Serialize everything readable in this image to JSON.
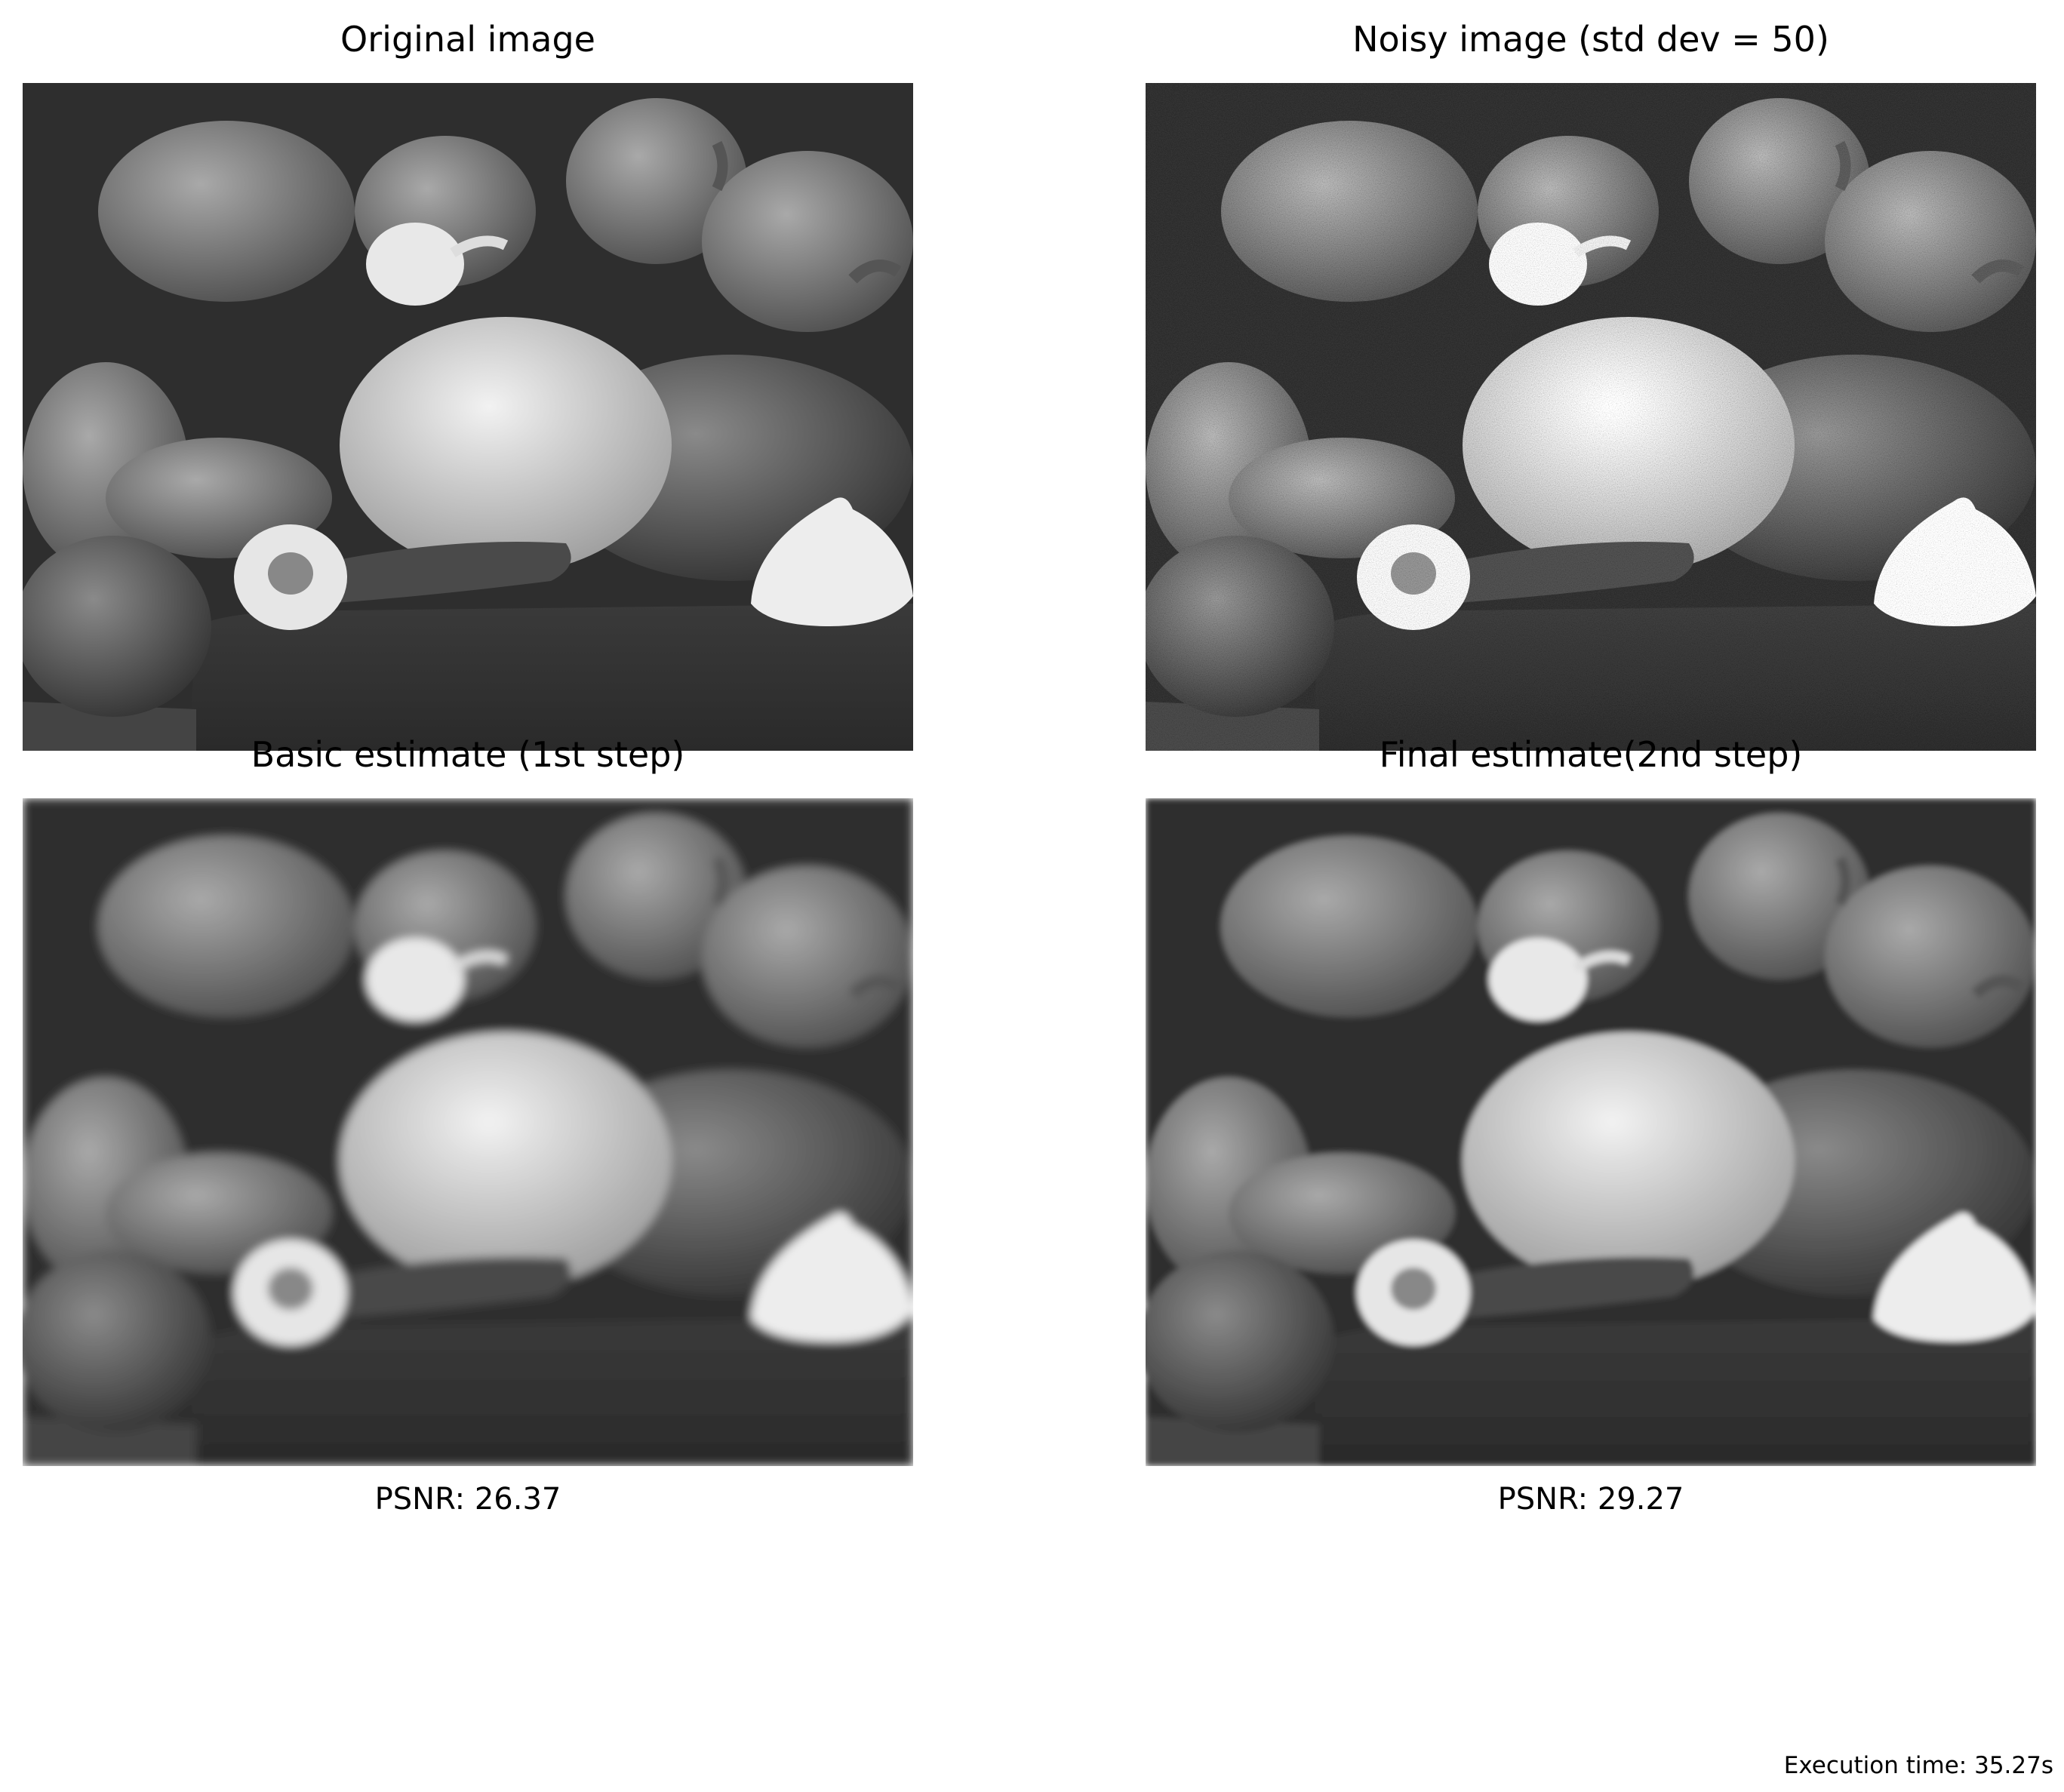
{
  "panels": [
    {
      "title": "Original image",
      "caption": "",
      "variant": "original"
    },
    {
      "title": "Noisy image (std dev = 50)",
      "caption": "",
      "variant": "noisy"
    },
    {
      "title": "Basic estimate (1st step)",
      "caption": "PSNR: 26.37",
      "variant": "basic"
    },
    {
      "title": "Final estimate(2nd step)",
      "caption": "PSNR: 29.27",
      "variant": "final"
    }
  ],
  "footer": {
    "execution_time": "Execution time: 35.27s"
  }
}
